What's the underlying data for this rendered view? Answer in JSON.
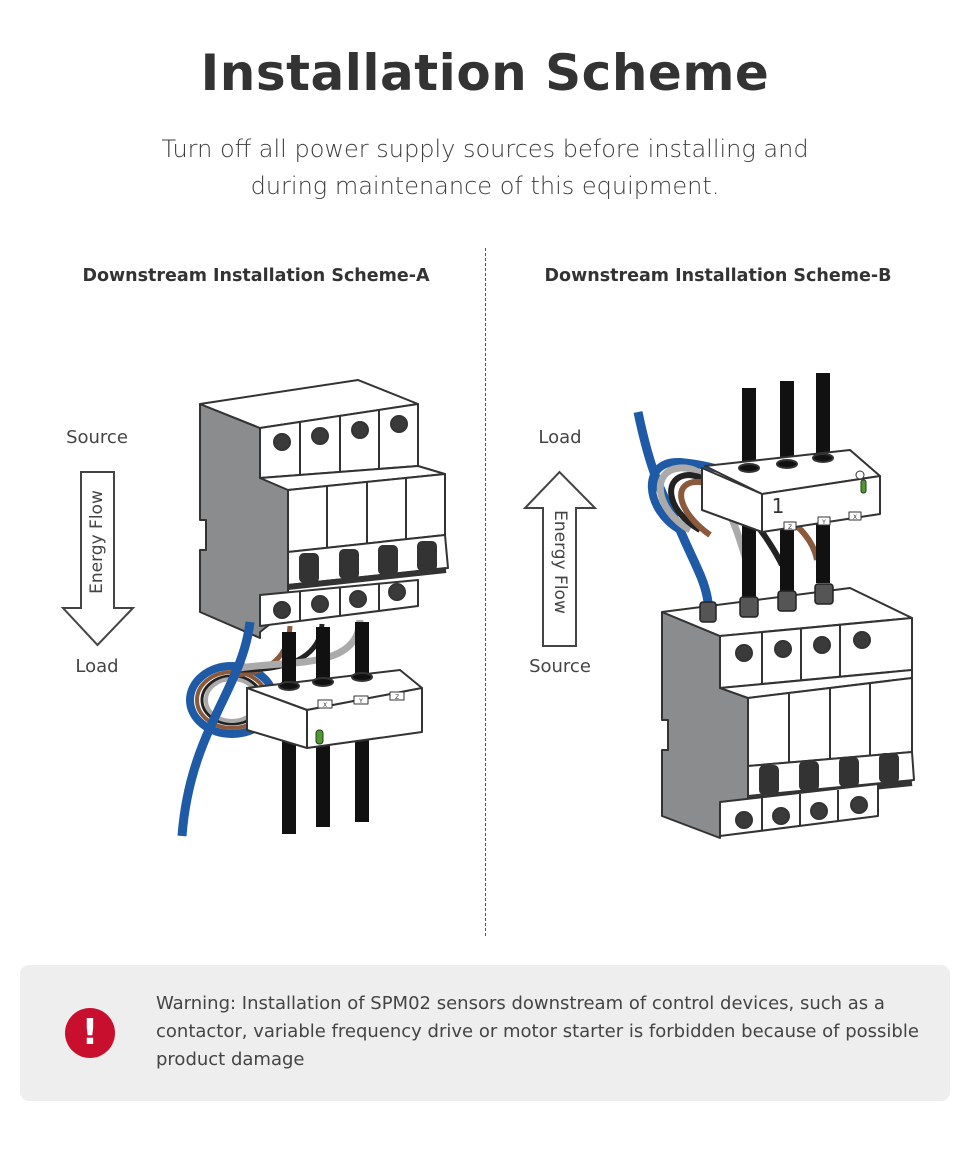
{
  "title": "Installation Scheme",
  "subtitle": {
    "line1": "Turn off all power supply sources before installing and",
    "line2": "during maintenance of this equipment."
  },
  "schemes": [
    {
      "heading": "Downstream Installation Scheme-A",
      "top_label": "Source",
      "bottom_label": "Load",
      "flow_label": "Energy Flow",
      "flow_direction": "down",
      "sensor_labels": [
        "X",
        "Y",
        "Z"
      ]
    },
    {
      "heading": "Downstream Installation Scheme-B",
      "top_label": "Load",
      "bottom_label": "Source",
      "flow_label": "Energy Flow",
      "flow_direction": "up",
      "sensor_labels": [
        "Z",
        "Y",
        "X"
      ],
      "sensor_number": "1"
    }
  ],
  "warning": {
    "icon": "exclamation-circle-icon",
    "icon_glyph": "!",
    "text": "Warning: Installation of SPM02 sensors downstream of control devices, such as a contactor, variable frequency drive or motor starter is forbidden because of possible product damage"
  },
  "colors": {
    "warning_red": "#c8102e",
    "breaker_gray": "#8a8c8e",
    "wire_blue": "#1f5aa6",
    "wire_brown": "#8b5a3c",
    "led_green": "#4c9a2a",
    "warning_bg": "#eeeeee"
  }
}
